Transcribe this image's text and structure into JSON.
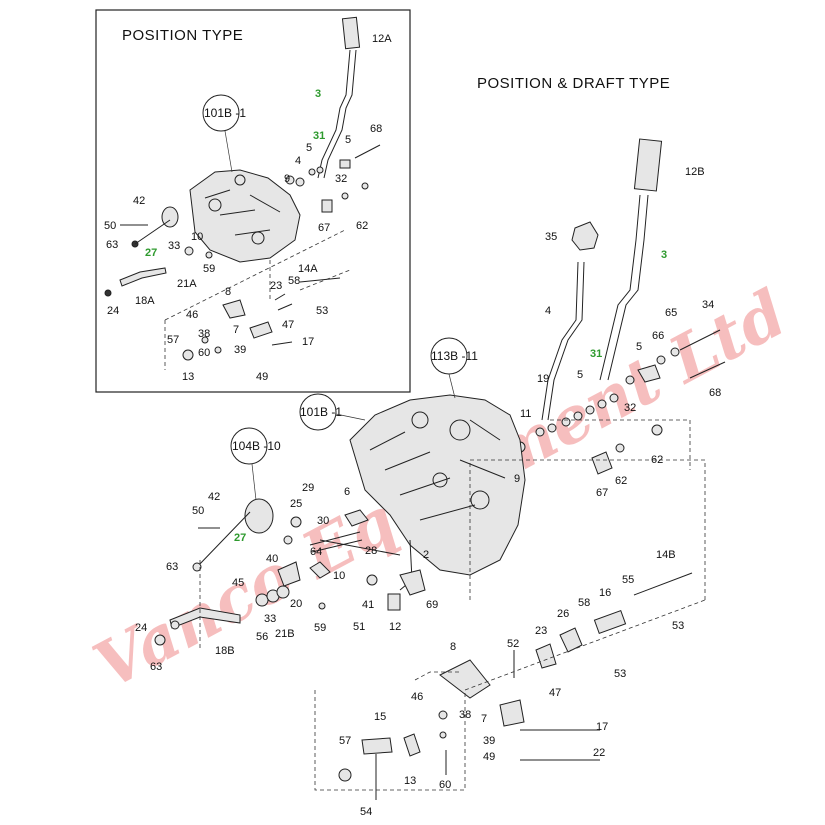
{
  "titles": {
    "position_type": "POSITION TYPE",
    "position_draft_type": "POSITION & DRAFT TYPE"
  },
  "assembly_refs": {
    "inset_101b": "101B -1",
    "main_101b": "101B -1",
    "main_113b": "113B -11",
    "main_104b": "104B -10"
  },
  "watermark": "Vanco Equipment Ltd",
  "colors": {
    "callout_highlight": "#2e9a2e",
    "watermark": "#f08a8a",
    "line": "#222222"
  },
  "inset_labels": [
    "12A",
    "3",
    "31",
    "68",
    "4",
    "5",
    "9",
    "5",
    "32",
    "42",
    "50",
    "63",
    "27",
    "33",
    "59",
    "10",
    "67",
    "62",
    "21A",
    "14A",
    "58",
    "18A",
    "24",
    "8",
    "23",
    "53",
    "47",
    "46",
    "57",
    "38",
    "7",
    "17",
    "60",
    "39",
    "13",
    "49"
  ],
  "main_labels": [
    "12B",
    "35",
    "3",
    "4",
    "34",
    "65",
    "66",
    "5",
    "31",
    "68",
    "19",
    "5",
    "32",
    "11",
    "62",
    "9",
    "67",
    "62",
    "42",
    "27",
    "50",
    "40",
    "29",
    "6",
    "25",
    "30",
    "64",
    "28",
    "2",
    "10",
    "63",
    "45",
    "33",
    "20",
    "41",
    "69",
    "24",
    "56",
    "21B",
    "59",
    "51",
    "12",
    "18B",
    "63",
    "14B",
    "55",
    "16",
    "58",
    "26",
    "53",
    "23",
    "53",
    "47",
    "52",
    "8",
    "46",
    "38",
    "17",
    "15",
    "7",
    "39",
    "49",
    "22",
    "57",
    "13",
    "60",
    "54"
  ],
  "green_callouts": [
    "3",
    "31",
    "27"
  ]
}
